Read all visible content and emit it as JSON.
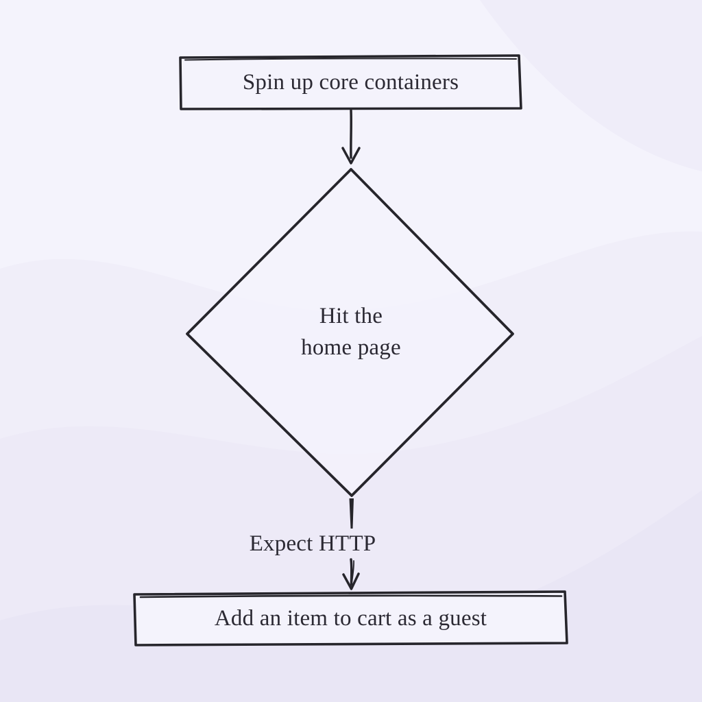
{
  "diagram": {
    "type": "flowchart",
    "style": "hand-drawn",
    "direction": "top-to-bottom",
    "nodes": [
      {
        "id": "start",
        "shape": "rectangle",
        "label": "Spin up core containers"
      },
      {
        "id": "decision",
        "shape": "diamond",
        "label_lines": [
          "Hit the",
          "home page"
        ]
      },
      {
        "id": "end",
        "shape": "rectangle",
        "label": "Add an item to cart as a guest"
      }
    ],
    "edges": [
      {
        "from": "start",
        "to": "decision",
        "label": "",
        "arrow": "down"
      },
      {
        "from": "decision",
        "to": "end",
        "label": "Expect HTTP",
        "arrow": "down"
      }
    ],
    "colors": {
      "background": "#f4f3fc",
      "wave_light": "#efedf9",
      "wave_mid": "#edeaf7",
      "wave_dark": "#e9e6f5",
      "node_fill": "#f4f3fc",
      "stroke": "#26252b",
      "text": "#2b2933"
    }
  }
}
